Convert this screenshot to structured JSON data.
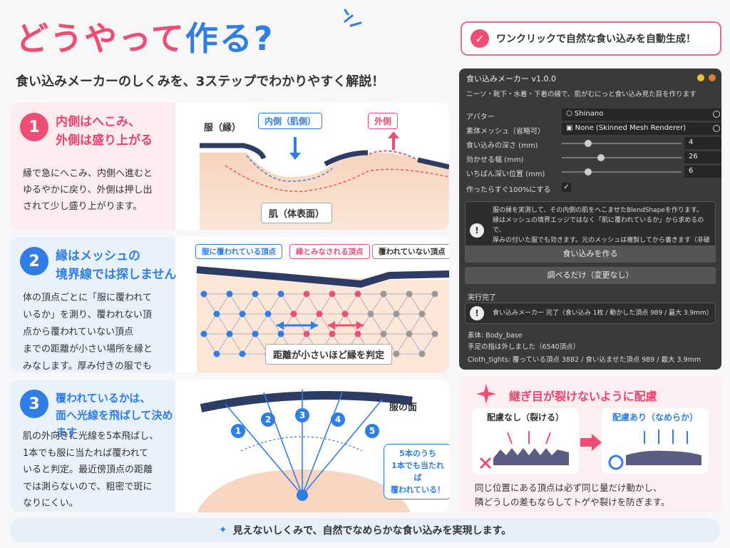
{
  "header": {
    "title_part1": "どうやって",
    "title_part2": "作る",
    "title_part3": "?",
    "subtitle": "食い込みメーカーのしくみを、3ステップでわかりやすく解説！"
  },
  "promo": {
    "check_icon": "check-circle-icon",
    "text": "ワンクリックで自然な食い込みを自動生成！"
  },
  "steps": [
    {
      "number": "1",
      "heading": "内側はへこみ、\n外側は盛り上がる",
      "body": "縁で急にへこみ、内側へ進むと\nゆるやかに戻り、外側は押し出\nされて少し盛り上がります。",
      "labels": {
        "edge": "服（縁）",
        "inner": "内側（肌側）",
        "outer": "外側",
        "skin": "肌（体表面）"
      }
    },
    {
      "number": "2",
      "heading": "縁はメッシュの\n境界線では探しません",
      "body": "体の頂点ごとに「服に覆われて\nいるか」を測り、覆われない頂\n点から覆われていない頂点\nまでの距離が小さい場所を縁と\nみなします。厚み付きの服でもOK。",
      "labels": {
        "covered": "服に覆われている頂点",
        "edge": "縁とみなされる頂点",
        "uncovered": "覆われていない頂点",
        "caption": "距離が小さいほど縁を判定"
      }
    },
    {
      "number": "3",
      "heading": "覆われているかは、\n面へ光線を飛ばして決めます",
      "body": "肌の外向きに光線を5本飛ばし、\n1本でも服に当たれば覆われて\nいると判定。最近傍頂点の距離\nでは測らないので、粗密で斑に\nなりにくい。",
      "labels": {
        "cloth_face": "服の面",
        "bubble": "5本のうち\n1本でも当たれば\n覆われている！",
        "rays": [
          "1",
          "2",
          "3",
          "4",
          "5"
        ]
      }
    }
  ],
  "app": {
    "title": "食い込みメーカー v1.0.0",
    "description": "ニーソ・靴下・水着・下着の縁で、肌がむにっと食い込み見た目を作ります",
    "fields": {
      "avatar_label": "アバター",
      "avatar_value": "Shinano",
      "mesh_label": "素体メッシュ（省略可）",
      "mesh_value": "None (Skinned Mesh Renderer)"
    },
    "sliders": [
      {
        "label": "食い込みの深さ (mm)",
        "value": "4",
        "fraction": 0.22
      },
      {
        "label": "効かせる幅 (mm)",
        "value": "26",
        "fraction": 0.33
      },
      {
        "label": "いちばん深い位置 (mm)",
        "value": "6",
        "fraction": 0.22
      }
    ],
    "checkbox": {
      "label": "作ったらすぐ100%にする",
      "checked": "✓"
    },
    "info": "服の縁を実測して、その内側の肌をへこませたBlendShapeを作ります。\n縁はメッシュの境界エッジではなく「肌に覆われているか」から求めるので、\n厚みの付いた服でも効きます。元のメッシュは複製してから書きます（非破壊）。",
    "button_make": "食い込みを作る",
    "button_check": "調べるだけ（変更なし）",
    "result_heading": "実行完了",
    "result_message": "食い込みメーカー 完了（食い込み 1枚 / 動かした頂点 989 / 最大 3.9mm）",
    "result_lines": [
      "素体: Body_base",
      "手足の指は外しました（6540頂点）",
      "Cloth_tights: 覆っている頂点 3882 / 食い込ませた頂点 989 / 最大 3.9mm"
    ],
    "colors": {
      "close": "#f1c232",
      "maximize": "#e07b3a"
    }
  },
  "seam": {
    "title": "継ぎ目が裂けないように配慮",
    "bad_label": "配慮なし（裂ける）",
    "good_label": "配慮あり（なめらか）",
    "text": "同じ位置にある頂点は必ず同じ量だけ動かし、\n隣どうしの差もならしてトゲや裂けを防ぎます。"
  },
  "footer": {
    "text": "見えないしくみで、自然でなめらかな食い込みを実現します。"
  }
}
